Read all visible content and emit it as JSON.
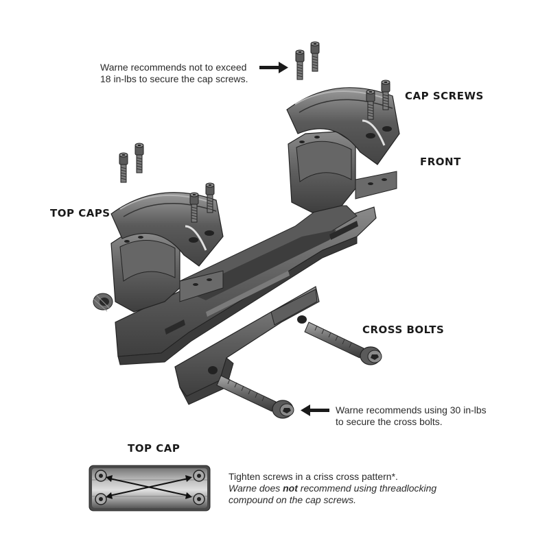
{
  "labels": {
    "cap_screws": "CAP SCREWS",
    "front": "FRONT",
    "top_caps": "TOP CAPS",
    "cross_bolts": "CROSS BOLTS",
    "top_cap": "TOP CAP"
  },
  "notes": {
    "cap_screw_torque_line1": "Warne recommends not to exceed",
    "cap_screw_torque_line2": "18 in-lbs to secure the cap screws.",
    "cross_bolt_torque_line1": "Warne recommends using 30 in-lbs",
    "cross_bolt_torque_line2": "to secure the cross bolts.",
    "pattern_line1": "Tighten screws in a criss cross pattern*.",
    "pattern_line2_before": "Warne does ",
    "pattern_line2_bold": "not",
    "pattern_line2_after": " recommend using threadlocking",
    "pattern_line3": "compound on the cap screws."
  },
  "colors": {
    "metal_dark": "#4a4a4a",
    "metal_mid": "#6e6e6e",
    "metal_light": "#9a9a9a",
    "arrow": "#1a1a1a"
  }
}
